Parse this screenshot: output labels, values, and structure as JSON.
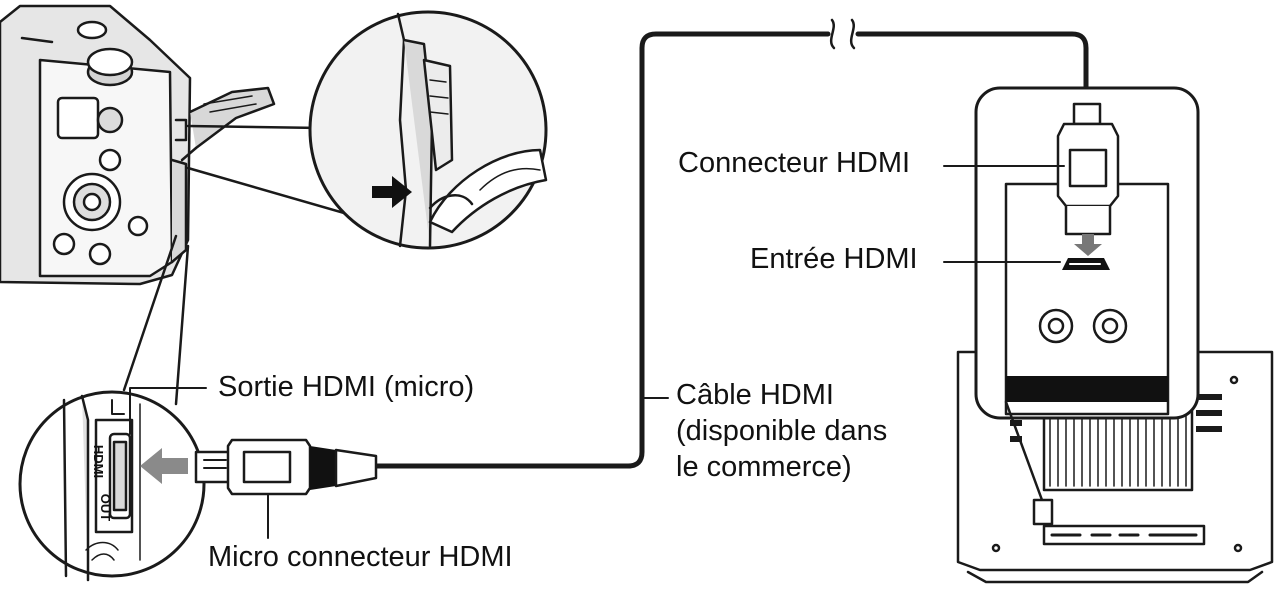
{
  "labels": {
    "hdmi_connector": "Connecteur HDMI",
    "hdmi_input": "Entrée HDMI",
    "hdmi_output_micro": "Sortie HDMI (micro)",
    "cable_line1": "Câble HDMI",
    "cable_line2": "(disponible dans",
    "cable_line3": "le commerce)",
    "micro_connector": "Micro connecteur HDMI"
  },
  "port_label": {
    "line1": "HDMI",
    "line2": "OUT"
  },
  "icons": {
    "camera": "camera-icon",
    "magnifier": "magnifier-circle",
    "television": "television-icon",
    "cable_break": "cable-break-icon",
    "insert_arrow": "arrow-left-icon",
    "down_arrow": "arrow-down-icon"
  }
}
